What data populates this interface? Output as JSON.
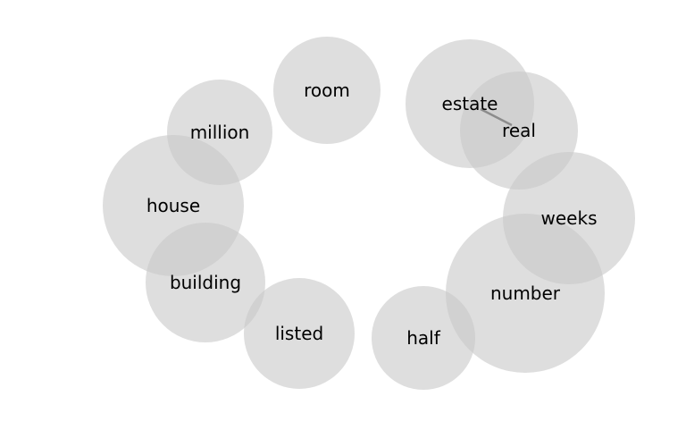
{
  "diagram": {
    "bubble_color": "#c8c8c8",
    "text_color": "#000000",
    "link_color": "#8c8c8c",
    "nodes": [
      {
        "id": "room",
        "label": "room"
      },
      {
        "id": "estate",
        "label": "estate"
      },
      {
        "id": "million",
        "label": "million"
      },
      {
        "id": "real",
        "label": "real"
      },
      {
        "id": "house",
        "label": "house"
      },
      {
        "id": "weeks",
        "label": "weeks"
      },
      {
        "id": "building",
        "label": "building"
      },
      {
        "id": "number",
        "label": "number"
      },
      {
        "id": "listed",
        "label": "listed"
      },
      {
        "id": "half",
        "label": "half"
      }
    ],
    "links": [
      {
        "source": "estate",
        "target": "real"
      }
    ]
  }
}
